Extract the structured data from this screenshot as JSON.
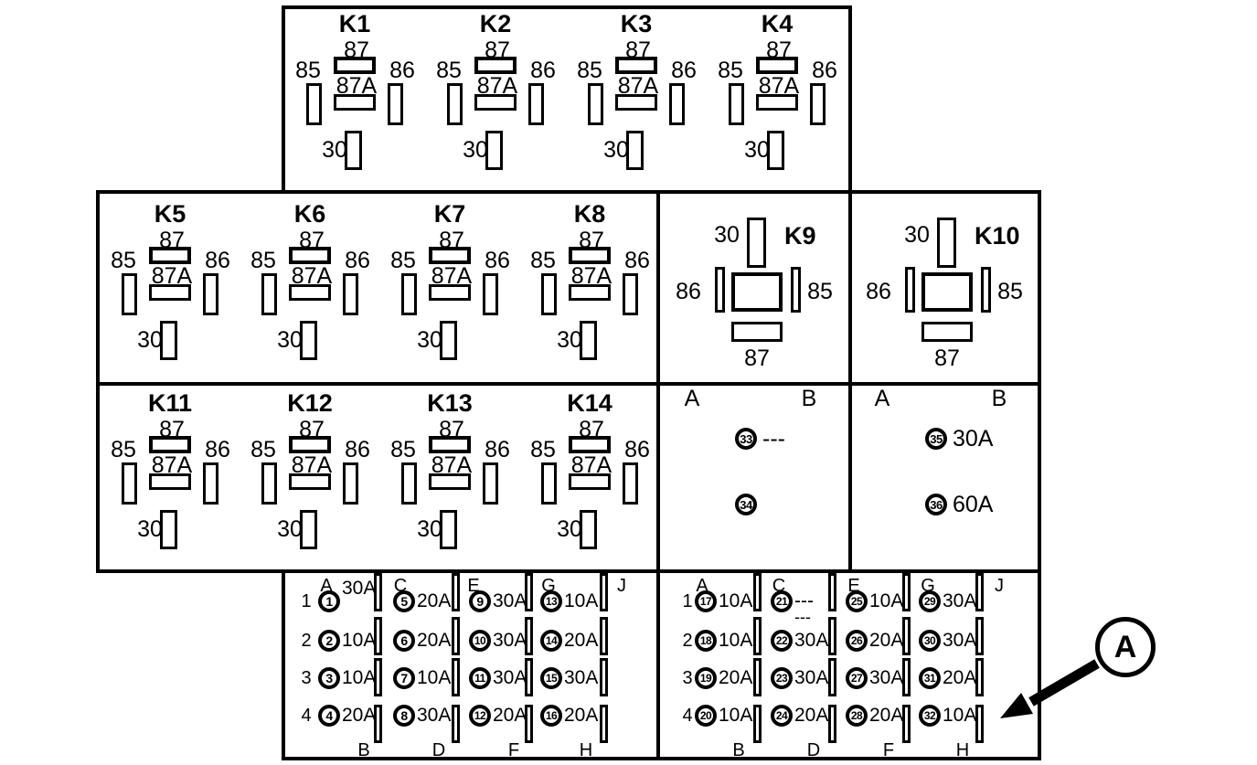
{
  "colors": {
    "ink": "#000000",
    "bg": "#ffffff"
  },
  "pins": {
    "p30": "30",
    "p85": "85",
    "p86": "86",
    "p87": "87",
    "p87a": "87A"
  },
  "relay_rows": [
    {
      "names": [
        "K1",
        "K2",
        "K3",
        "K4"
      ]
    },
    {
      "names": [
        "K5",
        "K6",
        "K7",
        "K8"
      ]
    },
    {
      "names": [
        "K11",
        "K12",
        "K13",
        "K14"
      ]
    }
  ],
  "side_relays": {
    "names": [
      "K9",
      "K10"
    ]
  },
  "maxi_panels": [
    {
      "letters": [
        "A",
        "B"
      ],
      "slots": [
        {
          "num": "33",
          "rating": "---"
        },
        {
          "num": "34",
          "rating": ""
        }
      ]
    },
    {
      "letters": [
        "A",
        "B"
      ],
      "slots": [
        {
          "num": "35",
          "rating": "30A"
        },
        {
          "num": "36",
          "rating": "60A"
        }
      ]
    }
  ],
  "fuse_panels": [
    {
      "row_numbers": [
        "1",
        "2",
        "3",
        "4"
      ],
      "top_letters": [
        "A",
        "C",
        "E",
        "G",
        "J"
      ],
      "bottom_letters": [
        "B",
        "D",
        "F",
        "H"
      ],
      "columns": [
        {
          "fuses": [
            {
              "num": "1",
              "rating": "30A",
              "raised": true
            },
            {
              "num": "2",
              "rating": "10A"
            },
            {
              "num": "3",
              "rating": "10A"
            },
            {
              "num": "4",
              "rating": "20A"
            }
          ]
        },
        {
          "fuses": [
            {
              "num": "5",
              "rating": "20A"
            },
            {
              "num": "6",
              "rating": "20A"
            },
            {
              "num": "7",
              "rating": "10A"
            },
            {
              "num": "8",
              "rating": "30A"
            }
          ]
        },
        {
          "fuses": [
            {
              "num": "9",
              "rating": "30A"
            },
            {
              "num": "10",
              "rating": "30A"
            },
            {
              "num": "11",
              "rating": "30A"
            },
            {
              "num": "12",
              "rating": "20A"
            }
          ]
        },
        {
          "fuses": [
            {
              "num": "13",
              "rating": "10A"
            },
            {
              "num": "14",
              "rating": "20A"
            },
            {
              "num": "15",
              "rating": "30A"
            },
            {
              "num": "16",
              "rating": "20A"
            }
          ]
        }
      ]
    },
    {
      "row_numbers": [
        "1",
        "2",
        "3",
        "4"
      ],
      "top_letters": [
        "A",
        "C",
        "E",
        "G",
        "J"
      ],
      "bottom_letters": [
        "B",
        "D",
        "F",
        "H"
      ],
      "columns": [
        {
          "fuses": [
            {
              "num": "17",
              "rating": "10A"
            },
            {
              "num": "18",
              "rating": "10A"
            },
            {
              "num": "19",
              "rating": "20A"
            },
            {
              "num": "20",
              "rating": "10A"
            }
          ]
        },
        {
          "fuses": [
            {
              "num": "21",
              "rating": "---",
              "rating2": "---"
            },
            {
              "num": "22",
              "rating": "30A"
            },
            {
              "num": "23",
              "rating": "30A"
            },
            {
              "num": "24",
              "rating": "20A"
            }
          ]
        },
        {
          "fuses": [
            {
              "num": "25",
              "rating": "10A"
            },
            {
              "num": "26",
              "rating": "20A"
            },
            {
              "num": "27",
              "rating": "30A"
            },
            {
              "num": "28",
              "rating": "20A"
            }
          ]
        },
        {
          "fuses": [
            {
              "num": "29",
              "rating": "30A"
            },
            {
              "num": "30",
              "rating": "30A"
            },
            {
              "num": "31",
              "rating": "20A"
            },
            {
              "num": "32",
              "rating": "10A"
            }
          ]
        }
      ]
    }
  ],
  "callout": {
    "label": "A"
  }
}
